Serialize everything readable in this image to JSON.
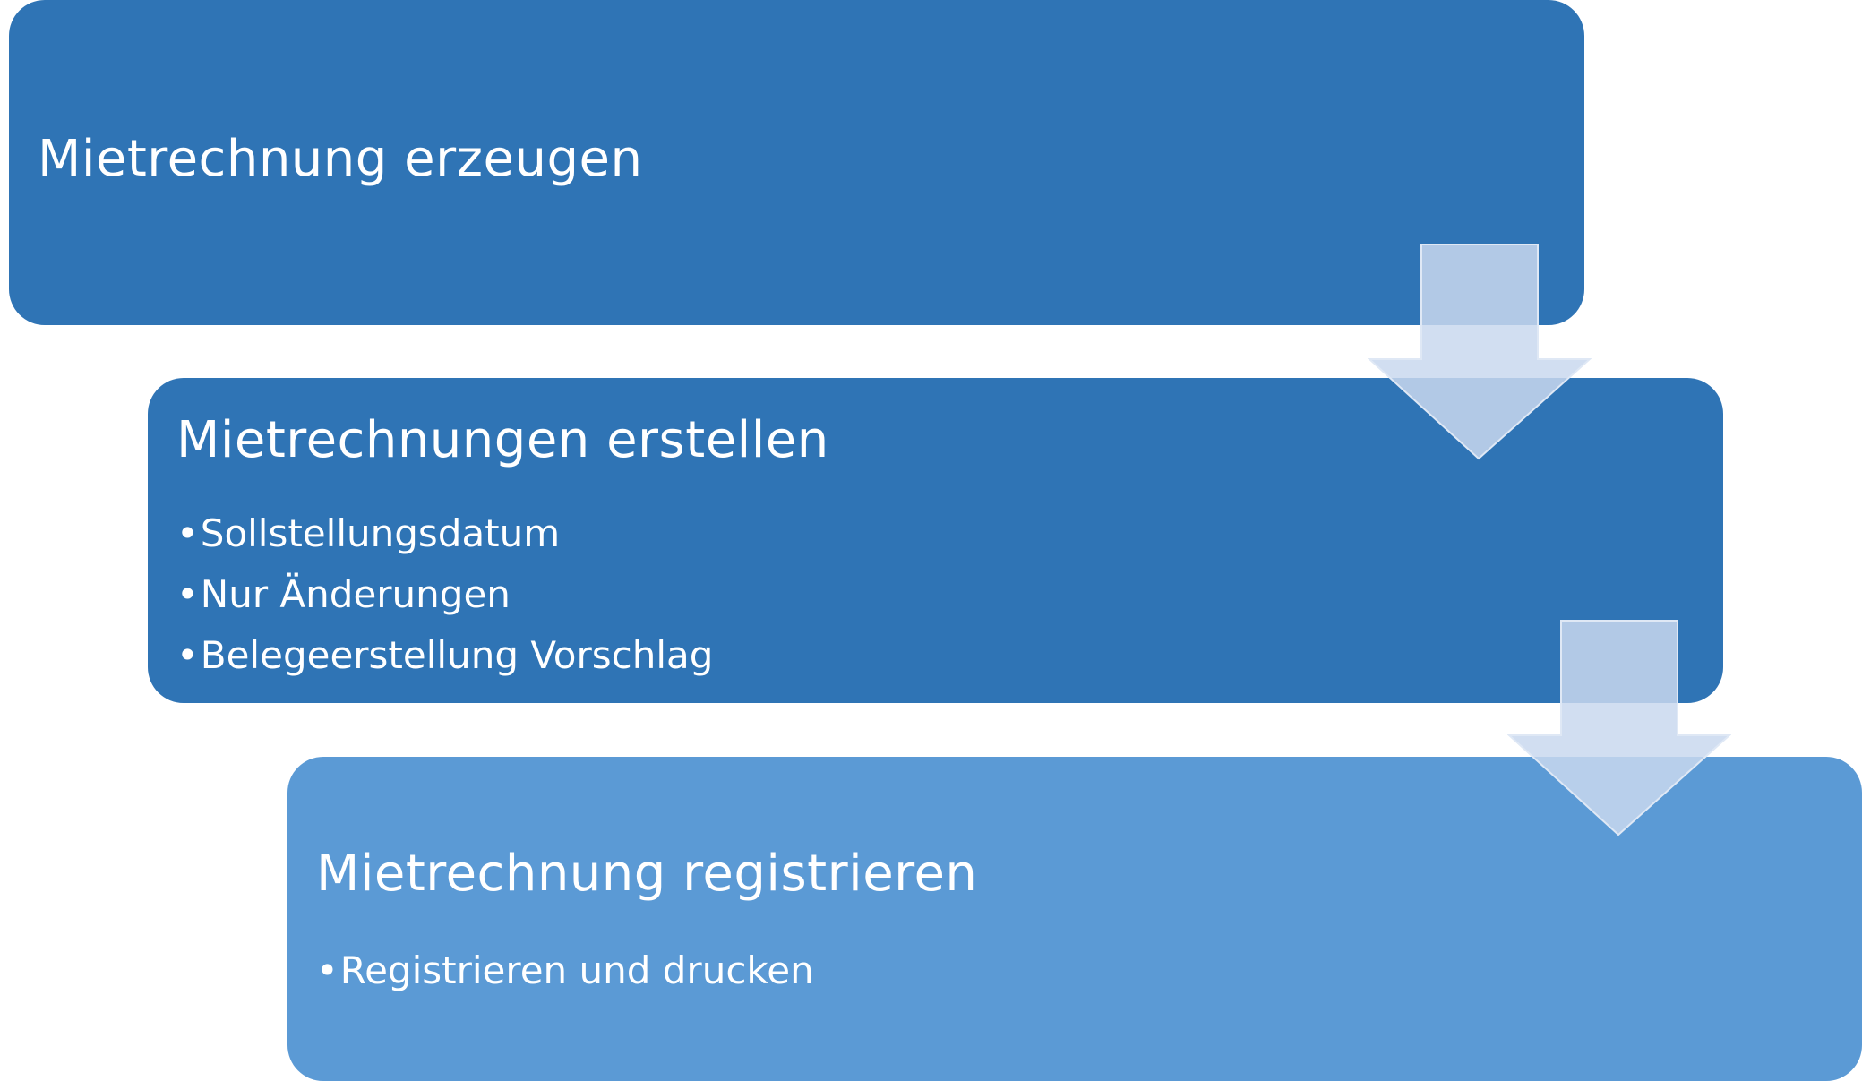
{
  "steps": [
    {
      "title": "Mietrechnung erzeugen",
      "bullets": []
    },
    {
      "title": "Mietrechnungen erstellen",
      "bullets": [
        "Sollstellungsdatum",
        "Nur Änderungen",
        "Belegeerstellung Vorschlag"
      ]
    },
    {
      "title": "Mietrechnung registrieren",
      "bullets": [
        "Registrieren und drucken"
      ]
    }
  ],
  "bullet_symbol": "•",
  "colors": {
    "dark_box": "#2f74b5",
    "light_box": "#5b9ad5",
    "arrow": "#c9d8ee",
    "text": "#ffffff"
  }
}
